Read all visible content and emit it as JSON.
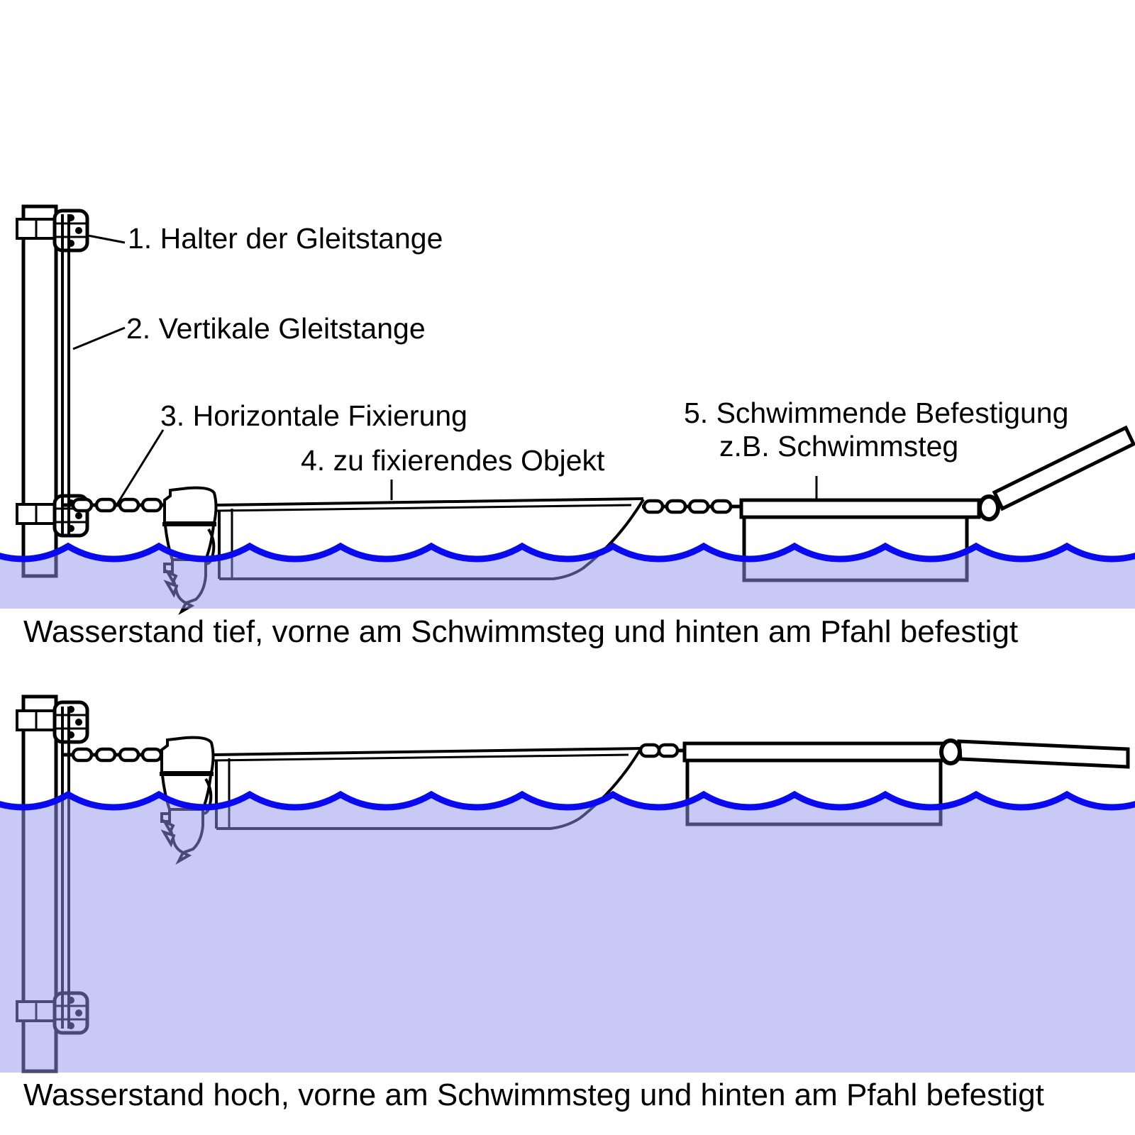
{
  "colors": {
    "wave_line": "#0a0af0",
    "water_fill": "rgba(148,148,236,0.5)",
    "ink": "#000000"
  },
  "parts": {
    "l1": "1. Halter der Gleitstange",
    "l2": "2. Vertikale Gleitstange",
    "l3": "3. Horizontale Fixierung",
    "l4": "4. zu fixierendes Objekt",
    "l5_line1": "5. Schwimmende Befestigung",
    "l5_line2": "z.B. Schwimmsteg"
  },
  "scenes": {
    "low": {
      "caption": "Wasserstand tief, vorne am Schwimmsteg und hinten am Pfahl befestigt"
    },
    "high": {
      "caption": "Wasserstand hoch, vorne am Schwimmsteg und hinten am Pfahl befestigt"
    }
  }
}
